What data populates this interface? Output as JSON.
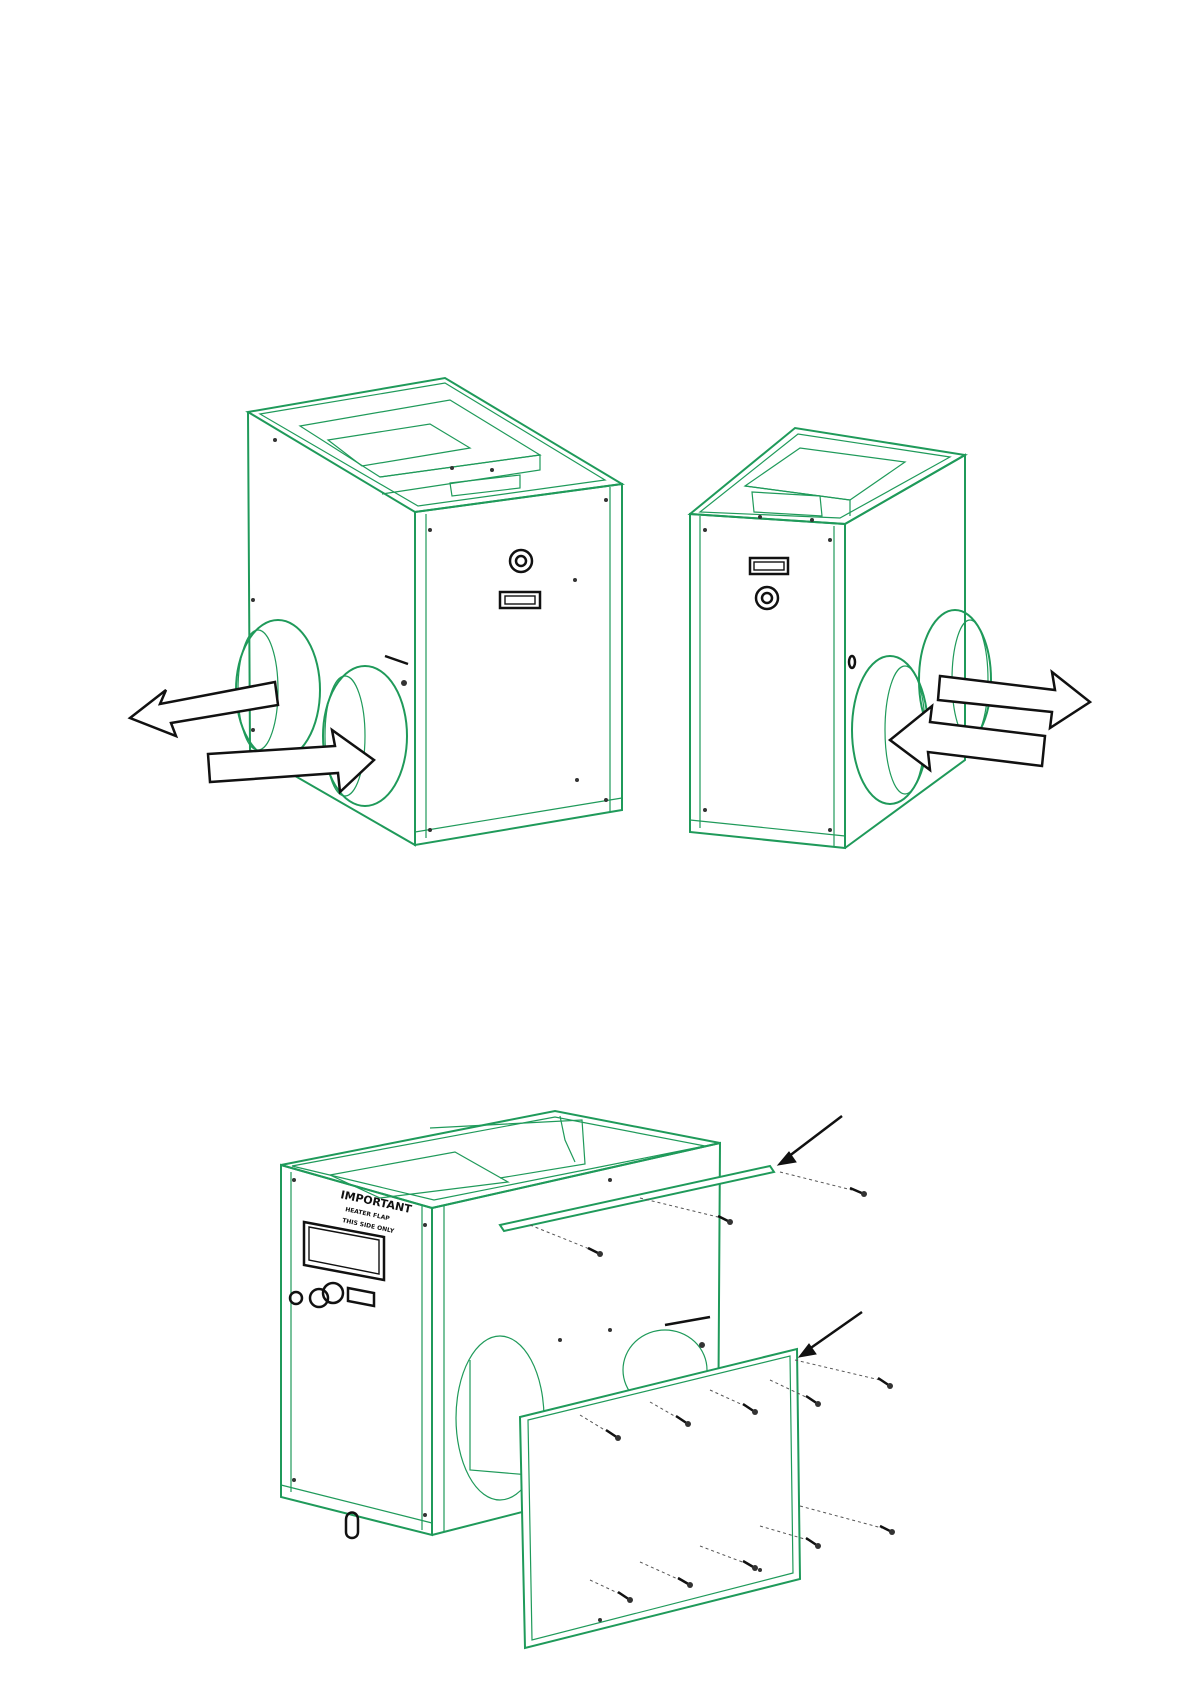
{
  "colors": {
    "outline": "#1f9a5a",
    "arrow": "#111111",
    "background": "#ffffff"
  },
  "labels": {
    "important_title": "IMPORTANT",
    "important_line2": "HEATER FLAP",
    "important_line3": "THIS SIDE ONLY"
  },
  "icons": [
    "airflow-arrow",
    "callout-arrow",
    "screw"
  ]
}
